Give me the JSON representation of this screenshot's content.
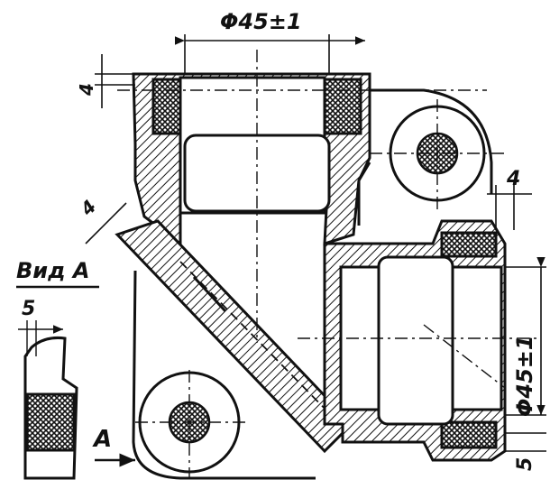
{
  "dimensions": {
    "top_diameter": "Φ45±1",
    "right_diameter": "Φ45±1",
    "top_wall": "4",
    "diagonal_wall": "4",
    "right_wall": "4",
    "right_bottom": "5",
    "view_wall": "5"
  },
  "view": {
    "title": "Вид А",
    "arrow_letter": "А"
  }
}
